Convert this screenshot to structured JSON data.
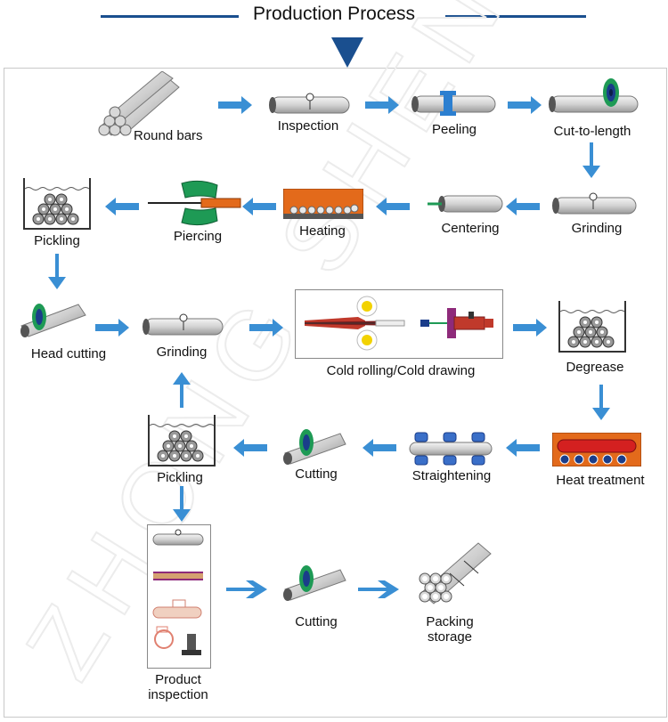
{
  "title": "Production Process",
  "watermark": "ZHONG SHENG",
  "colors": {
    "accent": "#1a4f8f",
    "arrow": "#3a8fd4",
    "pipe": "#cfcfcf",
    "furnace": "#e36a1b",
    "green": "#1e9a55"
  },
  "steps": {
    "round_bars": "Round bars",
    "inspection": "Inspection",
    "peeling": "Peeling",
    "cut_to_length": "Cut-to-length",
    "grinding_1": "Grinding",
    "centering": "Centering",
    "heating": "Heating",
    "piercing": "Piercing",
    "pickling_1": "Pickling",
    "head_cutting": "Head cutting",
    "grinding_2": "Grinding",
    "cold_rolling": "Cold rolling/Cold drawing",
    "degrease": "Degrease",
    "heat_treatment": "Heat treatment",
    "straightening": "Straightening",
    "cutting_1": "Cutting",
    "pickling_2": "Pickling",
    "product_inspection": "Product\ninspection",
    "cutting_2": "Cutting",
    "packing_storage": "Packing\nstorage"
  }
}
